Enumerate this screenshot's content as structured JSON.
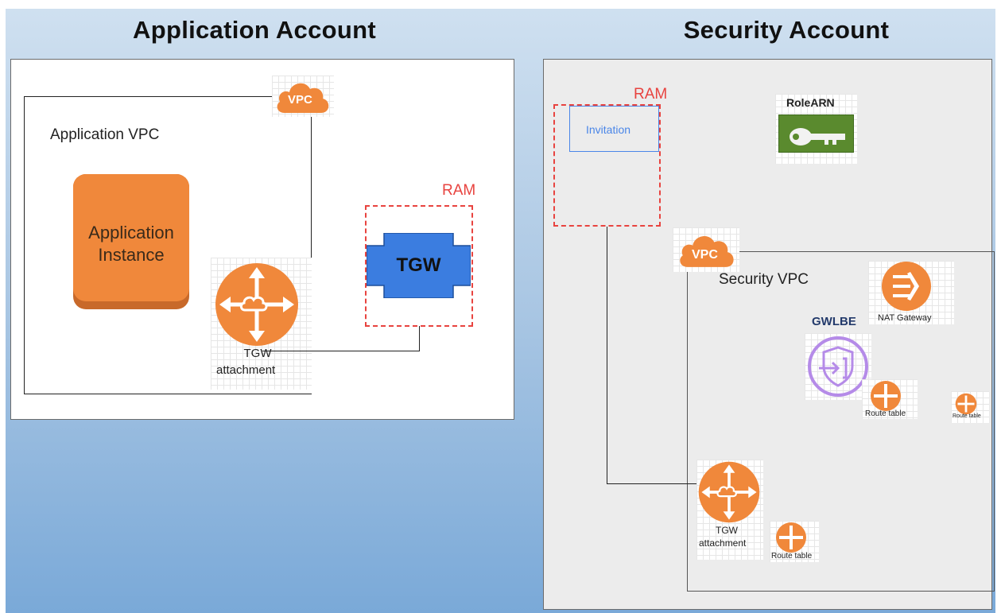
{
  "headings": {
    "application_account": "Application Account",
    "security_account": "Security Account"
  },
  "application_account": {
    "vpc_icon_label": "VPC",
    "vpc_label": "Application VPC",
    "instance_line1": "Application",
    "instance_line2": "Instance",
    "tgw_attachment_line1": "TGW",
    "tgw_attachment_line2": "attachment",
    "ram_label": "RAM",
    "tgw_label": "TGW"
  },
  "security_account": {
    "ram_label": "RAM",
    "invitation_label": "Invitation",
    "role_arn_label": "RoleARN",
    "vpc_icon_label": "VPC",
    "vpc_label": "Security VPC",
    "nat_gateway_label": "NAT Gateway",
    "gwlbe_label": "GWLBE",
    "route_table_1": "Route table",
    "route_table_2": "Route table",
    "route_table_3": "Route table",
    "tgw_attachment_line1": "TGW",
    "tgw_attachment_line2": "attachment"
  },
  "colors": {
    "aws_orange": "#f0883b",
    "tgw_blue": "#3b7de0",
    "ram_red": "#e8433f",
    "key_green": "#5a8a2e",
    "gwlbe_purple": "#b58be8"
  },
  "icons": [
    "vpc-cloud-icon",
    "router-icon",
    "key-icon",
    "nat-gateway-icon",
    "gwlbe-shield-icon"
  ]
}
